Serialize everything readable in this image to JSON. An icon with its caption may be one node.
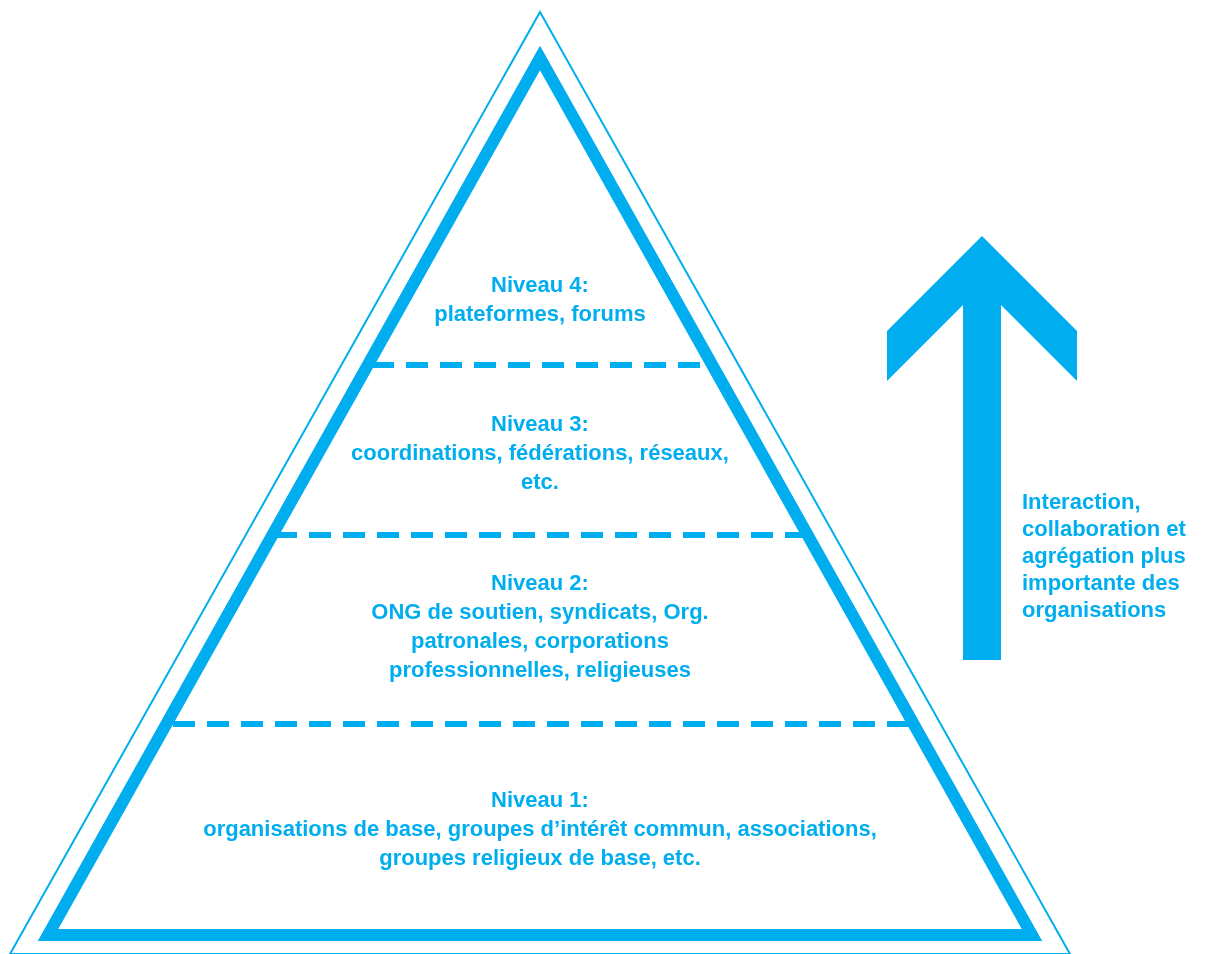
{
  "diagram": {
    "nodes": [
      {
        "text": [
          "Niveau 4:",
          "plateformes, forums"
        ]
      },
      {
        "text": [
          "Niveau 3:",
          "coordinations, fédérations, réseaux, etc."
        ]
      },
      {
        "text": [
          "Niveau 2:",
          "ONG de soutien, syndicats, Org. patronales, corporations professionnelles, religieuses"
        ]
      },
      {
        "text": [
          "Niveau 1:",
          "organisations de base, groupes d’intérêt commun, associations, groupes religieux de base, etc."
        ]
      }
    ],
    "edges": [],
    "labels": [
      "Interaction, collaboration et agrégation plus importante des organisations"
    ]
  }
}
